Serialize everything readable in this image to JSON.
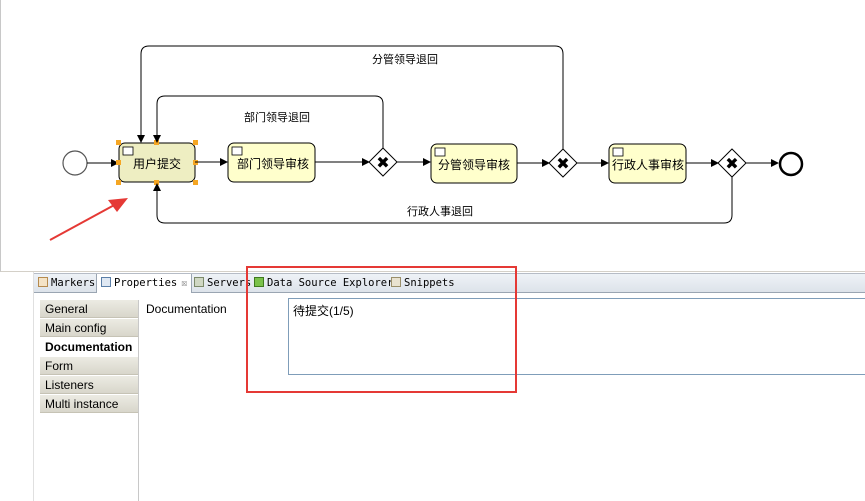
{
  "diagram": {
    "tasks": [
      {
        "label": "用户提交",
        "selected": true
      },
      {
        "label": "部门领导审核"
      },
      {
        "label": "分管领导审核"
      },
      {
        "label": "行政人事审核"
      }
    ],
    "flows": {
      "dept_return": "部门领导退回",
      "branch_return": "分管领导退回",
      "admin_return": "行政人事退回"
    }
  },
  "tabs": [
    {
      "label": "Markers",
      "icon": "markers-icon"
    },
    {
      "label": "Properties",
      "icon": "properties-icon",
      "active": true,
      "close": "☒"
    },
    {
      "label": "Servers",
      "icon": "servers-icon"
    },
    {
      "label": "Data Source Explorer",
      "icon": "data-source-icon"
    },
    {
      "label": "Snippets",
      "icon": "snippets-icon"
    }
  ],
  "sections": [
    "General",
    "Main config",
    "Documentation",
    "Form",
    "Listeners",
    "Multi instance"
  ],
  "active_section": "Documentation",
  "documentation": {
    "label": "Documentation",
    "value": "待提交(1/5)"
  },
  "colors": {
    "task_fill": "#ffffcc",
    "selected_fill": "#eeeec2",
    "annotation": "#e53935",
    "handle": "#f5a623"
  }
}
